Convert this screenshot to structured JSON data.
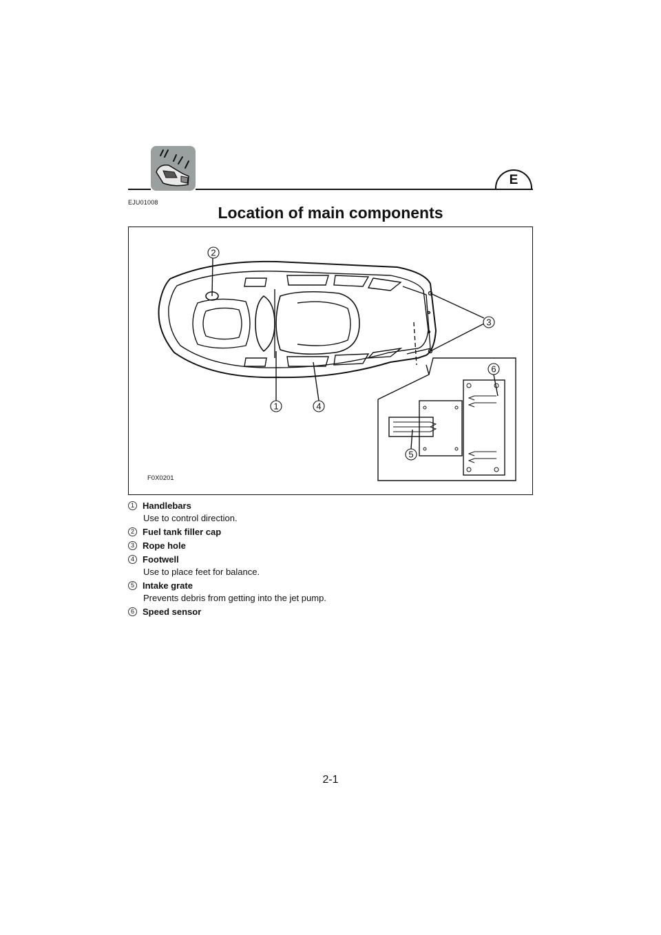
{
  "header": {
    "language_badge": "E",
    "doc_code": "EJU01008"
  },
  "page_title": "Location of main components",
  "figure": {
    "code": "F0X0201",
    "callouts": [
      "1",
      "2",
      "3",
      "4",
      "5",
      "6"
    ]
  },
  "legend": [
    {
      "num": "1",
      "name": "Handlebars",
      "desc": "Use to control direction."
    },
    {
      "num": "2",
      "name": "Fuel tank filler cap",
      "desc": ""
    },
    {
      "num": "3",
      "name": "Rope hole",
      "desc": ""
    },
    {
      "num": "4",
      "name": "Footwell",
      "desc": "Use to place feet for balance."
    },
    {
      "num": "5",
      "name": "Intake grate",
      "desc": "Prevents debris from getting into the jet pump."
    },
    {
      "num": "6",
      "name": "Speed sensor",
      "desc": ""
    }
  ],
  "page_number": "2-1",
  "icons": {
    "section": "watercraft-icon"
  }
}
